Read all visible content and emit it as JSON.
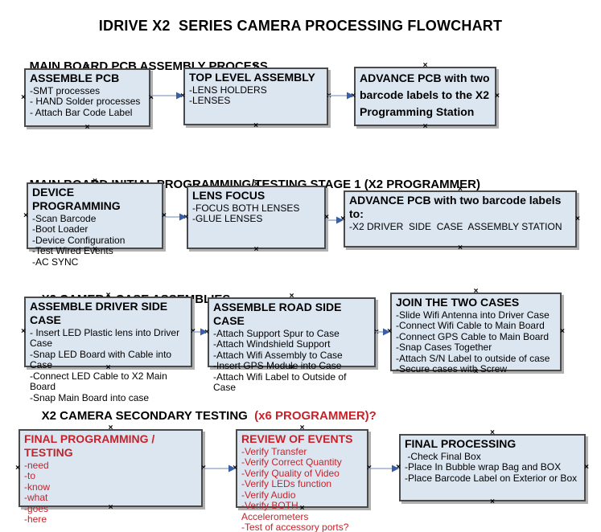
{
  "title": "IDRIVE X2  SERIES CAMERA PROCESSING FLOWCHART",
  "colors": {
    "box_fill": "#dce6f1",
    "box_border": "#4a4a4a",
    "box_shadow": "#b0b0b0",
    "red_text": "#c5232b",
    "arrow_line": "#9db1ce",
    "arrow_head": "#3a5ea6",
    "text": "#000000"
  },
  "icons": {
    "handle_glyph": "×"
  },
  "sections": [
    {
      "heading": "MAIN BOARD PCB ASSEMBLY PROCESS",
      "boxes": [
        {
          "title": "ASSEMBLE PCB",
          "items": [
            "-SMT processes",
            "- HAND Solder processes",
            "- Attach Bar Code Label"
          ]
        },
        {
          "title": "TOP LEVEL ASSEMBLY",
          "items": [
            "-LENS HOLDERS",
            "-LENSES"
          ]
        },
        {
          "title": "ADVANCE PCB with two barcode labels to the X2 Programming Station",
          "items": []
        }
      ]
    },
    {
      "heading": "MAIN BOARD INITIAL PROGRAMMING/TESTING STAGE 1 (X2 PROGRAMMER)",
      "boxes": [
        {
          "title": "DEVICE PROGRAMMING",
          "items": [
            "-Scan Barcode",
            "-Boot Loader",
            "-Device Configuration",
            "-Test Wired Events",
            "-AC SYNC"
          ]
        },
        {
          "title": "LENS FOCUS",
          "items": [
            "-FOCUS BOTH LENSES",
            "-GLUE LENSES"
          ]
        },
        {
          "title": "ADVANCE PCB with two barcode labels to:",
          "items": [
            "-X2 DRIVER  SIDE  CASE  ASSEMBLY STATION"
          ]
        }
      ]
    },
    {
      "heading": "X2 CAMERA CASE ASSEMBLIES",
      "boxes": [
        {
          "title": "ASSEMBLE DRIVER SIDE CASE",
          "items": [
            "- Insert LED Plastic lens into Driver Case",
            "-Snap LED Board with Cable into Case",
            "-Connect LED Cable to X2 Main Board",
            "-Snap Main Board into case"
          ]
        },
        {
          "title": "ASSEMBLE ROAD SIDE CASE",
          "items": [
            "-Attach Support Spur to Case",
            "-Attach Windshield Support",
            "-Attach Wifi Assembly to Case",
            "-Insert GPS Module into Case",
            "-Attach Wifi Label to Outside of Case"
          ]
        },
        {
          "title": "JOIN THE TWO CASES",
          "items": [
            "-Slide Wifi Antenna into Driver Case",
            "-Connect Wifi Cable to Main Board",
            "-Connect GPS Cable to Main Board",
            "-Snap Cases Together",
            "-Attach S/N Label to outside of case",
            "-Secure cases with Screw"
          ]
        }
      ]
    },
    {
      "heading": "X2 CAMERA SECONDARY TESTING  ",
      "heading_red": "(x6 PROGRAMMER)?",
      "boxes": [
        {
          "title": "FINAL PROGRAMMING / TESTING",
          "items": [
            "-need",
            "-to",
            "-know",
            "-what",
            "-goes",
            "-here"
          ]
        },
        {
          "title": "REVIEW OF EVENTS",
          "items": [
            "-Verify Transfer",
            "-Verify Correct Quantity",
            "-Verify Quality of Video",
            "-Verify LEDs function",
            "-Verify Audio",
            "-Verify BOTH Accelerometers",
            "-Test of accessory ports?"
          ]
        },
        {
          "title": "FINAL PROCESSING",
          "items": [
            " -Check Final Box",
            "-Place In Bubble wrap Bag and BOX",
            "-Place Barcode Label on Exterior or Box"
          ]
        }
      ]
    }
  ]
}
